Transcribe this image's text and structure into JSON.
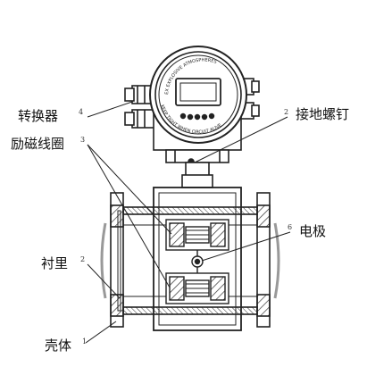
{
  "labels": {
    "converter": "转换器",
    "ground_screw": "接地螺钉",
    "excitation_coil": "励磁线圈",
    "electrode": "电极",
    "liner": "衬里",
    "housing": "壳体"
  },
  "numbers": {
    "converter": "4",
    "ground_screw": "2",
    "excitation_coil": "3",
    "electrode": "6",
    "liner": "2",
    "housing": "1"
  },
  "display_text": {
    "upper_arc": "EX EXPLOSIVE ATMOSPHERES",
    "lower_arc": "KEEP TIGHT WHEN CIRCUIT ALIVE"
  },
  "colors": {
    "line": "#222222",
    "hatch": "#333333",
    "bg": "#ffffff"
  }
}
